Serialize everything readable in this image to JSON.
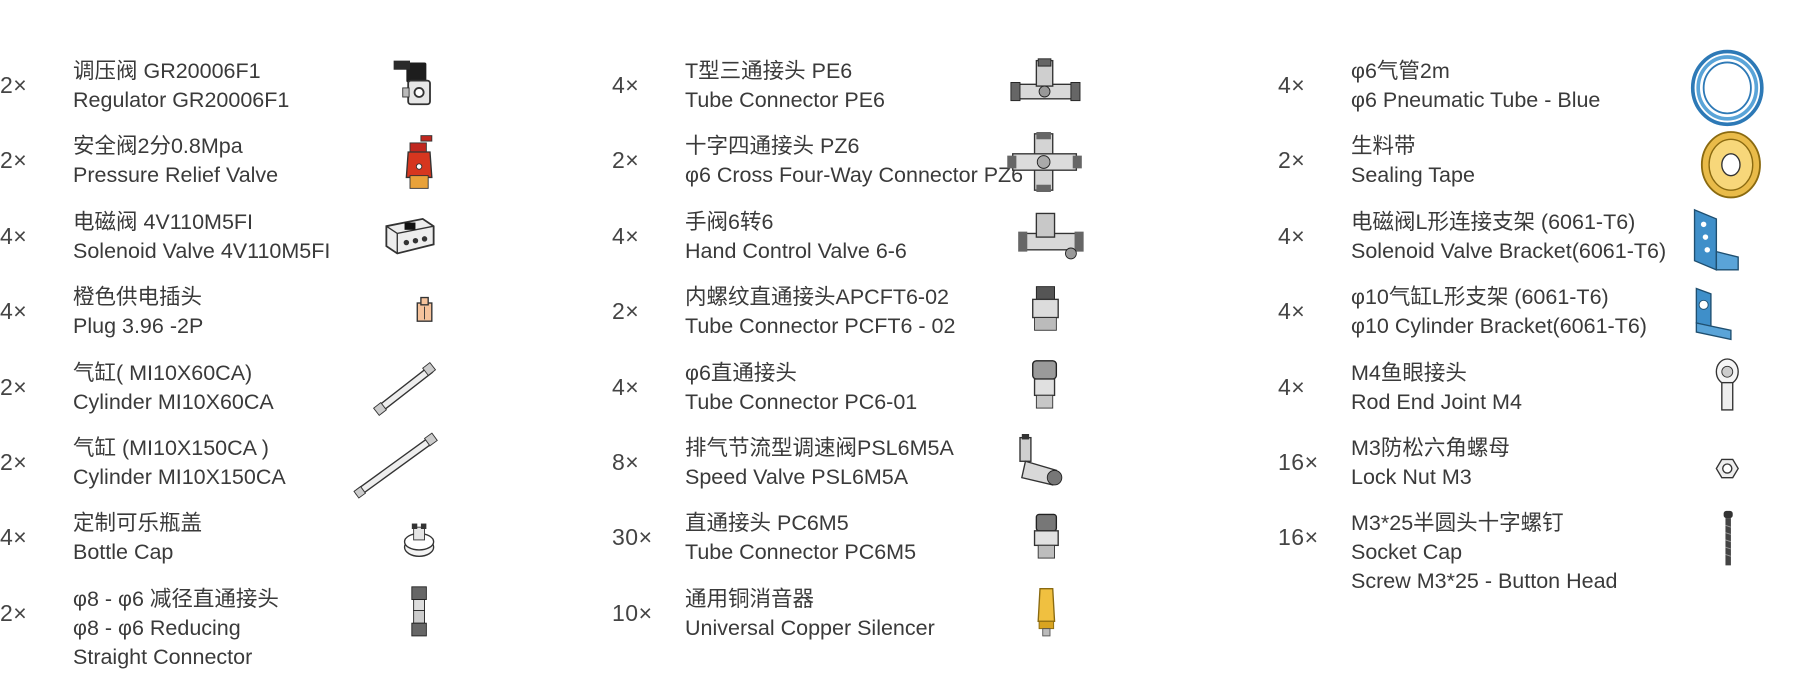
{
  "columns": [
    {
      "items": [
        {
          "qty": "2×",
          "lines": [
            "调压阀 GR20006F1",
            "Regulator GR20006F1"
          ],
          "icon": "regulator-icon"
        },
        {
          "qty": "2×",
          "lines": [
            "安全阀2分0.8Mpa",
            "Pressure Relief Valve"
          ],
          "icon": "relief-valve-icon"
        },
        {
          "qty": "4×",
          "lines": [
            "电磁阀 4V110M5FI",
            "Solenoid Valve 4V110M5FI"
          ],
          "icon": "solenoid-valve-icon"
        },
        {
          "qty": "4×",
          "lines": [
            "橙色供电插头",
            "Plug 3.96 -2P"
          ],
          "icon": "plug-icon"
        },
        {
          "qty": "2×",
          "lines": [
            "气缸( MI10X60CA)",
            "Cylinder MI10X60CA"
          ],
          "icon": "short-cylinder-icon"
        },
        {
          "qty": "2×",
          "lines": [
            "气缸 (MI10X150CA )",
            "Cylinder MI10X150CA"
          ],
          "icon": "long-cylinder-icon"
        },
        {
          "qty": "4×",
          "lines": [
            "定制可乐瓶盖",
            "Bottle Cap"
          ],
          "icon": "bottle-cap-icon"
        },
        {
          "qty": "2×",
          "lines": [
            "φ8 - φ6 减径直通接头",
            "φ8 - φ6 Reducing",
            "Straight Connector"
          ],
          "icon": "reducing-connector-icon"
        }
      ]
    },
    {
      "items": [
        {
          "qty": "4×",
          "lines": [
            "T型三通接头 PE6",
            "Tube Connector PE6"
          ],
          "icon": "tee-connector-icon"
        },
        {
          "qty": "2×",
          "lines": [
            "十字四通接头 PZ6",
            "φ6 Cross Four-Way Connector PZ6"
          ],
          "icon": "cross-connector-icon"
        },
        {
          "qty": "4×",
          "lines": [
            "手阀6转6",
            "Hand Control Valve 6-6"
          ],
          "icon": "hand-valve-icon"
        },
        {
          "qty": "2×",
          "lines": [
            "内螺纹直通接头APCFT6-02",
            "Tube Connector PCFT6 - 02"
          ],
          "icon": "female-thread-connector-icon"
        },
        {
          "qty": "4×",
          "lines": [
            "φ6直通接头",
            "Tube Connector PC6-01"
          ],
          "icon": "straight-connector-icon"
        },
        {
          "qty": "8×",
          "lines": [
            "排气节流型调速阀PSL6M5A",
            "Speed Valve PSL6M5A"
          ],
          "icon": "speed-valve-icon"
        },
        {
          "qty": "30×",
          "lines": [
            "直通接头 PC6M5",
            "Tube Connector PC6M5"
          ],
          "icon": "small-connector-icon"
        },
        {
          "qty": "10×",
          "lines": [
            "通用铜消音器",
            "Universal Copper Silencer"
          ],
          "icon": "silencer-icon"
        }
      ]
    },
    {
      "items": [
        {
          "qty": "4×",
          "lines": [
            "φ6气管2m",
            "φ6 Pneumatic Tube - Blue"
          ],
          "icon": "tube-coil-icon"
        },
        {
          "qty": "2×",
          "lines": [
            "生料带",
            "Sealing Tape"
          ],
          "icon": "sealing-tape-icon"
        },
        {
          "qty": "4×",
          "lines": [
            "电磁阀L形连接支架 (6061-T6)",
            "Solenoid Valve Bracket(6061-T6)"
          ],
          "icon": "valve-bracket-icon"
        },
        {
          "qty": "4×",
          "lines": [
            "φ10气缸L形支架 (6061-T6)",
            "φ10 Cylinder Bracket(6061-T6)"
          ],
          "icon": "cylinder-bracket-icon"
        },
        {
          "qty": "4×",
          "lines": [
            "M4鱼眼接头",
            "Rod End Joint M4"
          ],
          "icon": "rod-end-icon"
        },
        {
          "qty": "16×",
          "lines": [
            "M3防松六角螺母",
            "Lock Nut M3"
          ],
          "icon": "lock-nut-icon"
        },
        {
          "qty": "16×",
          "lines": [
            "M3*25半圆头十字螺钉",
            "Socket Cap",
            "Screw M3*25 - Button Head"
          ],
          "icon": "screw-icon"
        }
      ]
    }
  ]
}
